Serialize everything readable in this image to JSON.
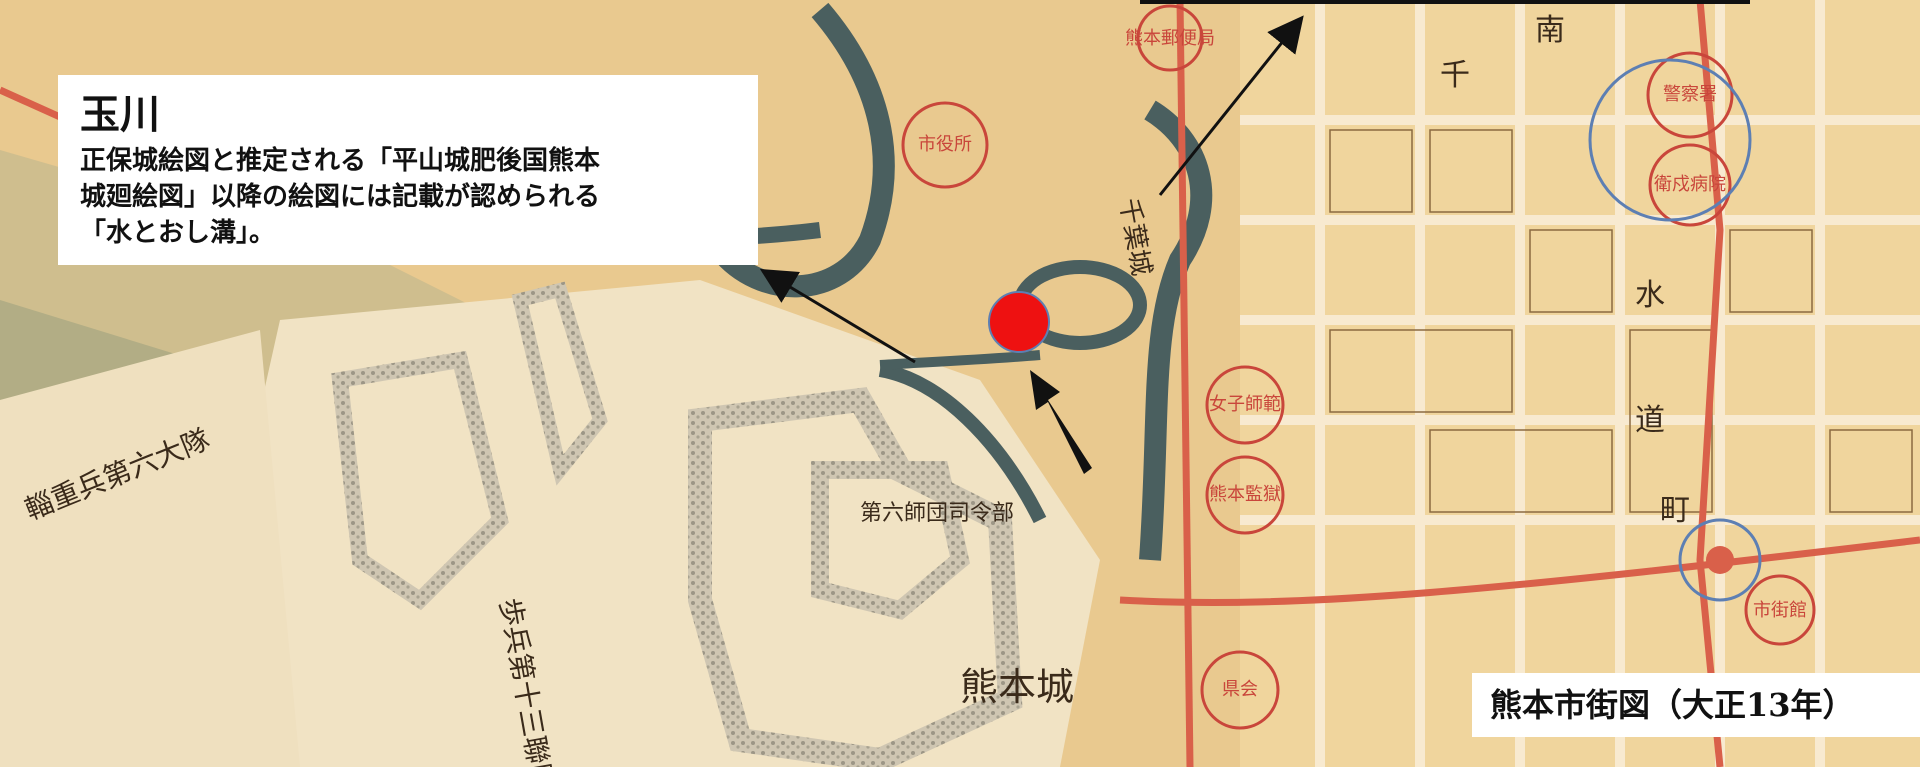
{
  "annotation": {
    "title": "玉川",
    "body_lines": [
      "正保城絵図と推定される「平山城肥後国熊本",
      "城廻絵図」以降の絵図には記載が認められる",
      "「水とおし溝」。"
    ]
  },
  "caption": "熊本市街図（大正13年）",
  "colors": {
    "paper": "#e9c98f",
    "district": "#f2dcae",
    "street": "#f8ead0",
    "road_red": "#d9604a",
    "moat": "#4a5f5f",
    "stone": "#cfc6b2",
    "marker": "#ee1111"
  },
  "map_labels": {
    "castle": "熊本城",
    "regiment_13": "歩兵第十三聯隊",
    "division_6": "第六師団司令部",
    "heavy_troops": "輜重兵第六大隊",
    "chiba": "千葉城",
    "street_michi": "道",
    "street_sui": "水",
    "street_minami": "南",
    "street_machi": "町",
    "street_sen": "千"
  },
  "seals": [
    {
      "label": "市役所"
    },
    {
      "label": "熊本郵便局"
    },
    {
      "label": "警察署"
    },
    {
      "label": "衛戍病院"
    },
    {
      "label": "女子師範"
    },
    {
      "label": "熊本監獄"
    },
    {
      "label": "県会"
    },
    {
      "label": "市街館"
    }
  ]
}
